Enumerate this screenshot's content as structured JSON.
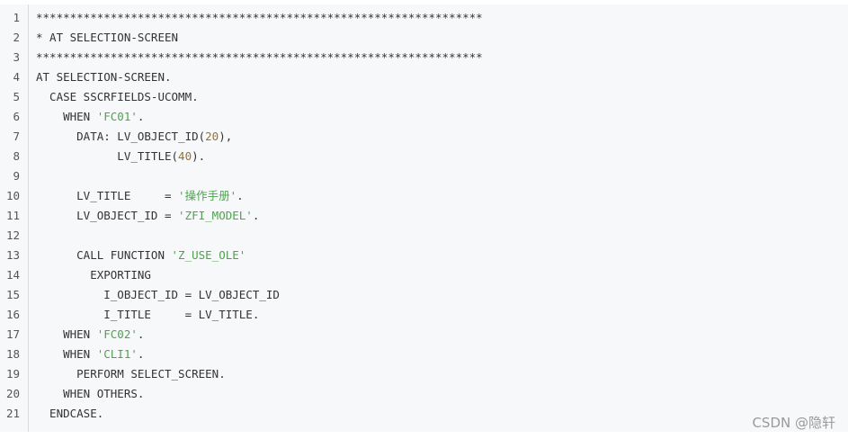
{
  "code_lines": [
    {
      "n": "1",
      "parts": [
        {
          "t": "******************************************************************",
          "c": "plain"
        }
      ]
    },
    {
      "n": "2",
      "parts": [
        {
          "t": "* AT SELECTION-SCREEN",
          "c": "plain"
        }
      ]
    },
    {
      "n": "3",
      "parts": [
        {
          "t": "******************************************************************",
          "c": "plain"
        }
      ]
    },
    {
      "n": "4",
      "parts": [
        {
          "t": "AT SELECTION-SCREEN.",
          "c": "plain"
        }
      ]
    },
    {
      "n": "5",
      "parts": [
        {
          "t": "  CASE SSCRFIELDS-UCOMM.",
          "c": "plain"
        }
      ]
    },
    {
      "n": "6",
      "parts": [
        {
          "t": "    WHEN ",
          "c": "plain"
        },
        {
          "t": "'FC01'",
          "c": "str"
        },
        {
          "t": ".",
          "c": "plain"
        }
      ]
    },
    {
      "n": "7",
      "parts": [
        {
          "t": "      DATA: LV_OBJECT_ID(",
          "c": "plain"
        },
        {
          "t": "20",
          "c": "num"
        },
        {
          "t": "),",
          "c": "plain"
        }
      ]
    },
    {
      "n": "8",
      "parts": [
        {
          "t": "            LV_TITLE(",
          "c": "plain"
        },
        {
          "t": "40",
          "c": "num"
        },
        {
          "t": ").",
          "c": "plain"
        }
      ]
    },
    {
      "n": "9",
      "parts": [
        {
          "t": "",
          "c": "plain"
        }
      ]
    },
    {
      "n": "10",
      "parts": [
        {
          "t": "      LV_TITLE     = ",
          "c": "plain"
        },
        {
          "t": "'操作手册'",
          "c": "str"
        },
        {
          "t": ".",
          "c": "plain"
        }
      ]
    },
    {
      "n": "11",
      "parts": [
        {
          "t": "      LV_OBJECT_ID = ",
          "c": "plain"
        },
        {
          "t": "'ZFI_MODEL'",
          "c": "str"
        },
        {
          "t": ".",
          "c": "plain"
        }
      ]
    },
    {
      "n": "12",
      "parts": [
        {
          "t": "",
          "c": "plain"
        }
      ]
    },
    {
      "n": "13",
      "parts": [
        {
          "t": "      CALL FUNCTION ",
          "c": "plain"
        },
        {
          "t": "'Z_USE_OLE'",
          "c": "str"
        }
      ]
    },
    {
      "n": "14",
      "parts": [
        {
          "t": "        EXPORTING",
          "c": "plain"
        }
      ]
    },
    {
      "n": "15",
      "parts": [
        {
          "t": "          I_OBJECT_ID = LV_OBJECT_ID",
          "c": "plain"
        }
      ]
    },
    {
      "n": "16",
      "parts": [
        {
          "t": "          I_TITLE     = LV_TITLE.",
          "c": "plain"
        }
      ]
    },
    {
      "n": "17",
      "parts": [
        {
          "t": "    WHEN ",
          "c": "plain"
        },
        {
          "t": "'FC02'",
          "c": "str"
        },
        {
          "t": ".",
          "c": "plain"
        }
      ]
    },
    {
      "n": "18",
      "parts": [
        {
          "t": "    WHEN ",
          "c": "plain"
        },
        {
          "t": "'CLI1'",
          "c": "str"
        },
        {
          "t": ".",
          "c": "plain"
        }
      ]
    },
    {
      "n": "19",
      "parts": [
        {
          "t": "      PERFORM SELECT_SCREEN.",
          "c": "plain"
        }
      ]
    },
    {
      "n": "20",
      "parts": [
        {
          "t": "    WHEN OTHERS.",
          "c": "plain"
        }
      ]
    },
    {
      "n": "21",
      "parts": [
        {
          "t": "  ENDCASE.",
          "c": "plain"
        }
      ]
    }
  ],
  "watermark": "CSDN @隐轩",
  "colors": {
    "string": "#50a14f",
    "number": "#a0711d",
    "text": "#333333",
    "background": "#f6f8fa"
  }
}
